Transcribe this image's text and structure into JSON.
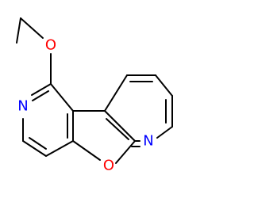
{
  "molecule": {
    "atoms": {
      "ether_oxygen": {
        "symbol": "O",
        "color": "#ff0000"
      },
      "furan_oxygen": {
        "symbol": "O",
        "color": "#ff0000"
      },
      "left_ring_nitrogen": {
        "symbol": "N",
        "color": "#0000ff"
      },
      "right_ring_nitrogen": {
        "symbol": "N",
        "color": "#0000ff"
      }
    },
    "colors": {
      "bond": "#000000",
      "oxygen": "#ff0000",
      "nitrogen": "#0000ff",
      "background": "#ffffff"
    }
  }
}
